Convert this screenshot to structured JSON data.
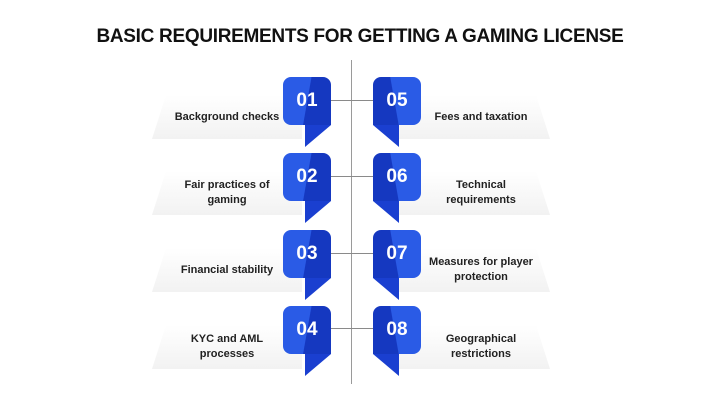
{
  "title": "BASIC REQUIREMENTS FOR GETTING A GAMING LICENSE",
  "colors": {
    "badge_blue": "#2456e0",
    "badge_dark_blue": "#1236b8",
    "title": "#111111"
  },
  "left": [
    {
      "num": "01",
      "label": "Background checks"
    },
    {
      "num": "02",
      "label": "Fair practices of gaming"
    },
    {
      "num": "03",
      "label": "Financial stability"
    },
    {
      "num": "04",
      "label": "KYC and AML processes"
    }
  ],
  "right": [
    {
      "num": "05",
      "label": "Fees and taxation"
    },
    {
      "num": "06",
      "label": "Technical requirements"
    },
    {
      "num": "07",
      "label": "Measures for player protection"
    },
    {
      "num": "08",
      "label": "Geographical restrictions"
    }
  ]
}
